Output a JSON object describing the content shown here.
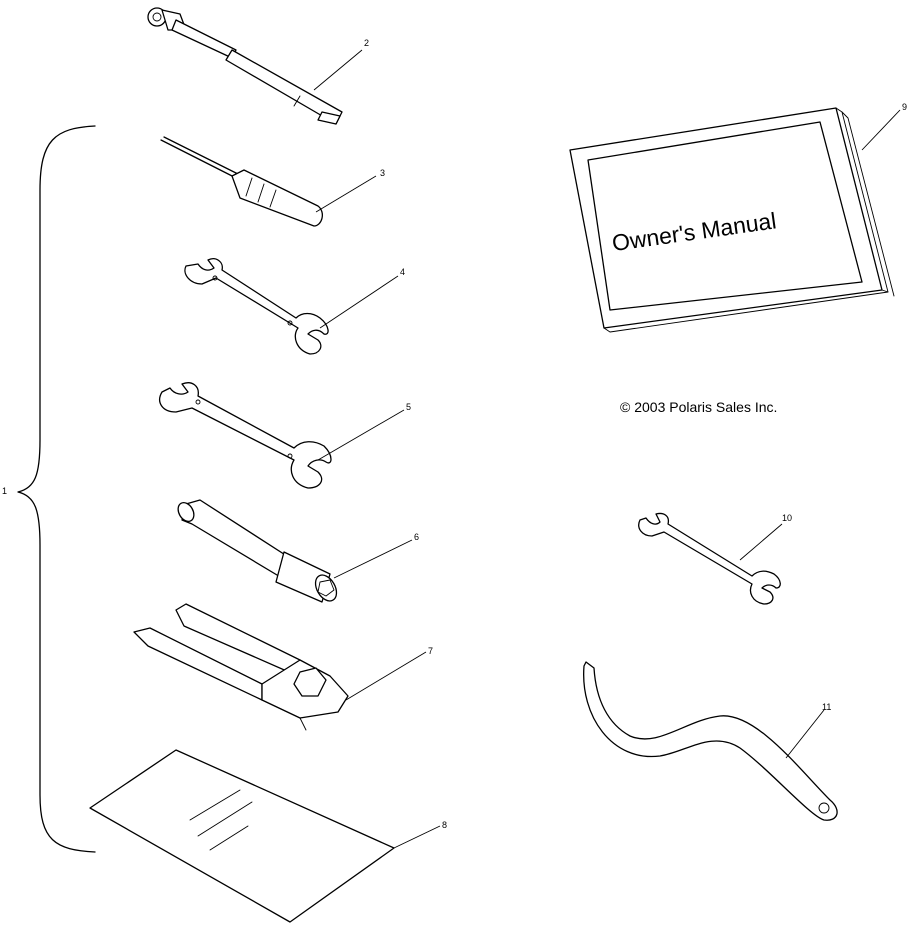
{
  "manual": {
    "cover_title": "Owner's Manual",
    "copyright": "© 2003 Polaris Sales Inc."
  },
  "callouts": {
    "kit": "1",
    "tire_gauge": "2",
    "screwdriver": "3",
    "wrench_small": "4",
    "wrench_medium": "5",
    "spark_plug_wrench": "6",
    "tool_holder": "7",
    "tool_bag": "8",
    "owners_manual": "9",
    "wrench_loose": "10",
    "spanner_wrench": "11"
  }
}
